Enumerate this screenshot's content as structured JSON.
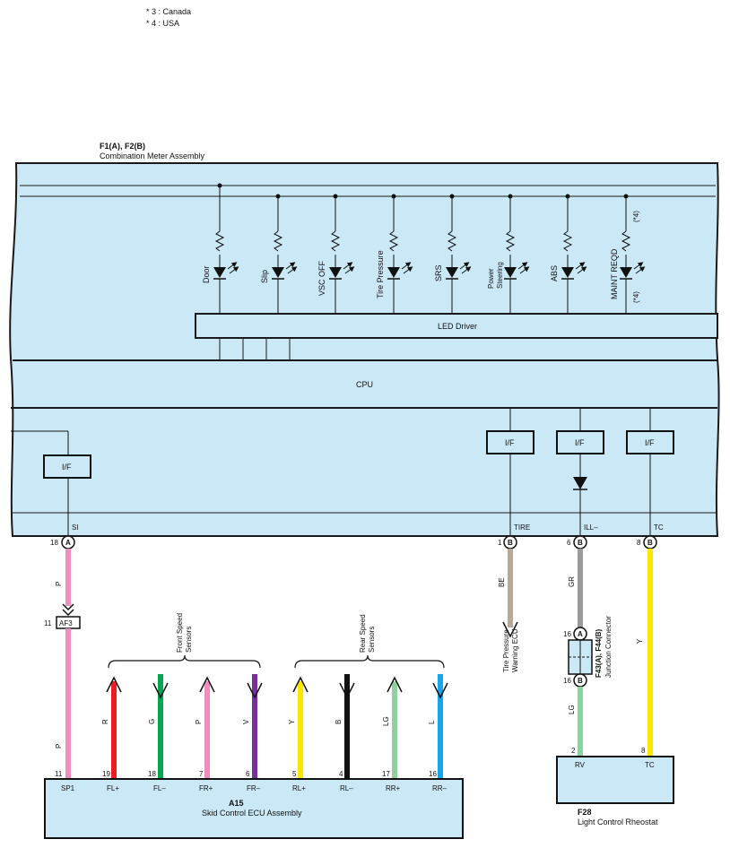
{
  "notes": [
    "* 3 : Canada",
    "* 4 : USA"
  ],
  "meter": {
    "code": "F1(A), F2(B)",
    "name": "Combination Meter Assembly"
  },
  "colors": {
    "panel": "#cbe8f7",
    "line": "#1a1a1a",
    "wire_p": "#f08cbe",
    "wire_r": "#ed1c24",
    "wire_g": "#00a651",
    "wire_v": "#7a2ea0",
    "wire_y": "#ffe600",
    "wire_b": "#111111",
    "wire_lg": "#8fd19e",
    "wire_l": "#1aa3e8",
    "wire_be": "#b8a898",
    "wire_gr": "#9a9a9a"
  },
  "indicators": [
    {
      "label": "Door"
    },
    {
      "label": "Slip"
    },
    {
      "label": "VSC OFF"
    },
    {
      "label": "Tire Pressure"
    },
    {
      "label": "SRS"
    },
    {
      "label": "Power Steering"
    },
    {
      "label": "ABS"
    },
    {
      "label": "MAINT REQD"
    }
  ],
  "maint_note_top": "(*4)",
  "maint_note_bottom": "(*4)",
  "led_driver": "LED Driver",
  "cpu": "CPU",
  "if_label": "I/F",
  "meter_pins": [
    {
      "num": "18",
      "conn": "A",
      "name": "SI"
    },
    {
      "num": "1",
      "conn": "B",
      "name": "TIRE"
    },
    {
      "num": "6",
      "conn": "B",
      "name": "ILL–"
    },
    {
      "num": "8",
      "conn": "B",
      "name": "TC"
    }
  ],
  "wires": {
    "si_upper": "P",
    "si_lower": "P",
    "tire": "BE",
    "ill": "GR",
    "ill_lower": "LG",
    "tc": "Y"
  },
  "af3": {
    "pin": "11",
    "name": "AF3"
  },
  "tire_ecu": "Tire Pressure Warning ECU",
  "junction": {
    "code": "F43(A), F44(B)",
    "name": "Junction Connector",
    "pin_top": "16",
    "conn_top": "A",
    "pin_bottom": "16",
    "conn_bottom": "B"
  },
  "front_sensors": "Front Speed Sensors",
  "rear_sensors": "Rear Speed Sensors",
  "ecu": {
    "code": "A15",
    "name": "Skid Control ECU Assembly"
  },
  "ecu_pins": [
    {
      "num": "11",
      "name": "SP1",
      "wire": ""
    },
    {
      "num": "19",
      "name": "FL+",
      "wire": "R"
    },
    {
      "num": "18",
      "name": "FL–",
      "wire": "G"
    },
    {
      "num": "7",
      "name": "FR+",
      "wire": "P"
    },
    {
      "num": "6",
      "name": "FR–",
      "wire": "V"
    },
    {
      "num": "5",
      "name": "RL+",
      "wire": "Y"
    },
    {
      "num": "4",
      "name": "RL–",
      "wire": "B"
    },
    {
      "num": "17",
      "name": "RR+",
      "wire": "LG"
    },
    {
      "num": "16",
      "name": "RR–",
      "wire": "L"
    }
  ],
  "rheostat": {
    "code": "F28",
    "name": "Light Control Rheostat",
    "pins": [
      {
        "num": "2",
        "name": "RV"
      },
      {
        "num": "8",
        "name": "TC"
      }
    ]
  }
}
